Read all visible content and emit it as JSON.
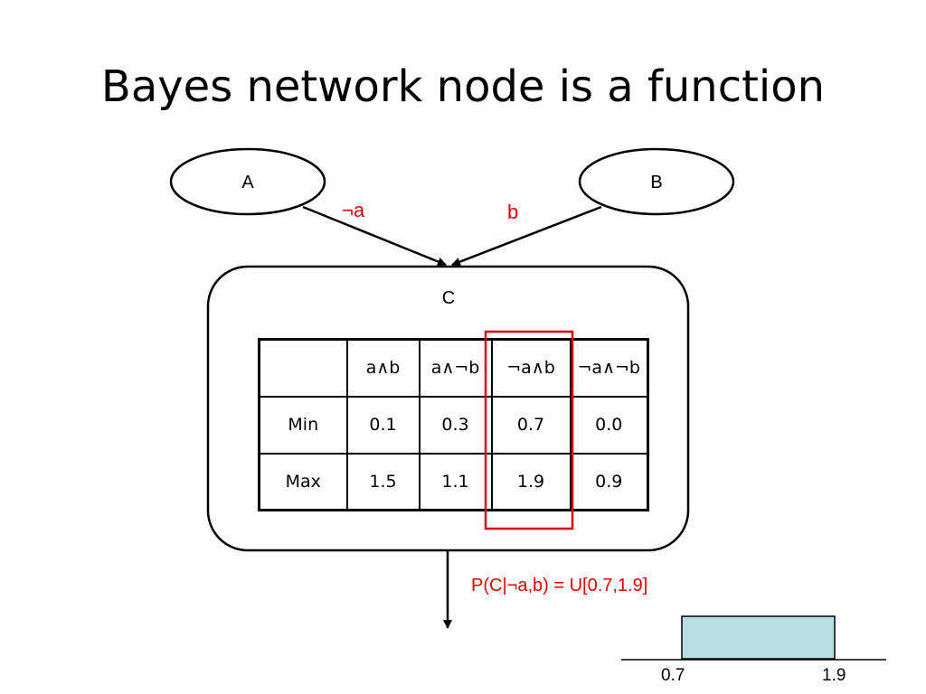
{
  "title": "Bayes network node is a function",
  "nodes": {
    "a": {
      "label": "A"
    },
    "b": {
      "label": "B"
    },
    "c": {
      "label": "C"
    }
  },
  "edges": {
    "a_to_c": {
      "label": "¬a"
    },
    "b_to_c": {
      "label": "b"
    }
  },
  "table": {
    "header": [
      "",
      "a∧b",
      "a∧¬b",
      "¬a∧b",
      "¬a∧¬b"
    ],
    "rows": [
      {
        "label": "Min",
        "values": [
          "0.1",
          "0.3",
          "0.7",
          "0.0"
        ]
      },
      {
        "label": "Max",
        "values": [
          "1.5",
          "1.1",
          "1.9",
          "0.9"
        ]
      }
    ],
    "highlight_column": 3
  },
  "distribution": {
    "formula": "P(C|¬a,b) = U[0.7,1.9]",
    "low_label": "0.7",
    "high_label": "1.9",
    "low": 0.7,
    "high": 1.9
  },
  "colors": {
    "highlight": "#e00000",
    "distribution_fill": "#b8dde3"
  }
}
